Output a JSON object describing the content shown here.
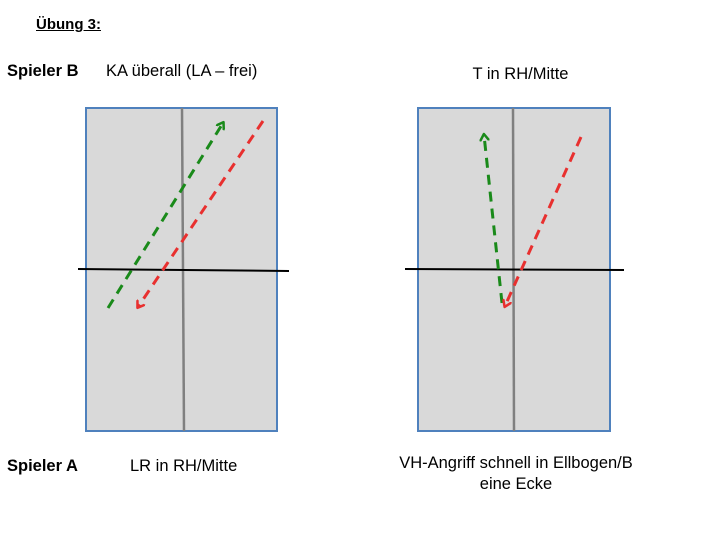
{
  "title": "Übung 3:",
  "player_b": {
    "label": "Spieler B",
    "task_left": "KA überall (LA – frei)",
    "task_right": "T in RH/Mitte"
  },
  "player_a": {
    "label": "Spieler A",
    "task_left": "LR in RH/Mitte",
    "task_right": "VH-Angriff schnell in Ellbogen/B eine Ecke"
  },
  "colors": {
    "table_fill": "#d9d9d9",
    "table_border": "#4f81bd",
    "center_line": "#808080",
    "net": "#000000",
    "arrow_green": "#1a8a1a",
    "arrow_red": "#e8302f"
  }
}
